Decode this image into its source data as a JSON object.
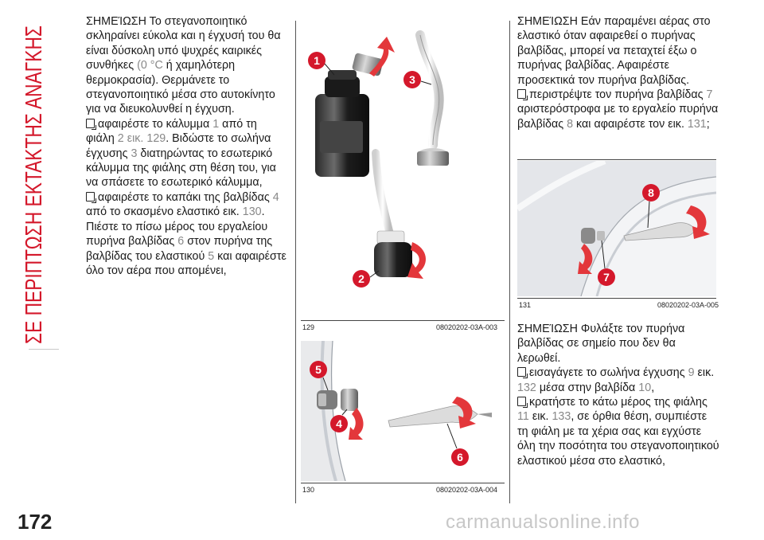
{
  "sidebar": {
    "section_title": "ΣΕ ΠΕΡΙΠΤΩΣΗ ΕΚΤΑΚΤΗΣ ΑΝΑΓΚΗΣ"
  },
  "page_number": "172",
  "col1": {
    "p1_a": "ΣΗΜΕΊΩΣΗ Το στεγανοποιητικό σκληραίνει εύκολα και η έγχυσή του θα είναι δύσκολη υπό ψυχρές καιρικές συνθήκες ",
    "p1_g": "(0 °C",
    "p1_b": " ή χαμηλότερη θερμοκρασία). Θερμάνετε το στεγανοποιητικό μέσα στο αυτοκίνητο για να διευκολυνθεί η έγχυση.",
    "b1_a": "αφαιρέστε το κάλυμμα ",
    "b1_n1": "1",
    "b1_b": " από τη φιάλη ",
    "b1_n2": "2 εικ. 129",
    "b1_c": ". Βιδώστε το σωλήνα έγχυσης ",
    "b1_n3": "3",
    "b1_d": " διατηρώντας το εσωτερικό κάλυμμα της φιάλης στη θέση του, για να σπάσετε το εσωτερικό κάλυμμα,",
    "b2_a": "αφαιρέστε το καπάκι της βαλβίδας ",
    "b2_n1": "4",
    "b2_b": " από το σκασμένο ελαστικό εικ. ",
    "b2_n2": "130",
    "b2_c": ". Πιέστε το πίσω μέρος του εργαλείου πυρήνα βαλβίδας ",
    "b2_n3": "6",
    "b2_d": " στον πυρήνα της βαλβίδας του ελαστικού ",
    "b2_n4": "5",
    "b2_e": " και αφαιρέστε όλο τον αέρα που απομένει,"
  },
  "col3": {
    "p1": "ΣΗΜΕΊΩΣΗ Εάν παραμένει αέρας στο ελαστικό όταν αφαιρεθεί ο πυρήνας βαλβίδας, μπορεί να πεταχτεί έξω ο πυρήνας βαλβίδας. Αφαιρέστε προσεκτικά τον πυρήνα βαλβίδας.",
    "b1_a": "περιστρέψτε τον πυρήνα βαλβίδας ",
    "b1_n1": "7",
    "b1_b": " αριστερόστροφα με το εργαλείο πυρήνα βαλβίδας ",
    "b1_n2": "8",
    "b1_c": " και αφαιρέστε τον εικ. ",
    "b1_n3": "131",
    "b1_d": ";",
    "p2": "ΣΗΜΕΊΩΣΗ Φυλάξτε τον πυρήνα βαλβίδας σε σημείο που δεν θα λερωθεί.",
    "b2_a": "εισαγάγετε το σωλήνα έγχυσης ",
    "b2_n1": "9",
    "b2_b": " εικ. ",
    "b2_n2": "132",
    "b2_c": " μέσα στην βαλβίδα ",
    "b2_n3": "10",
    "b2_d": ",",
    "b3_a": "κρατήστε το κάτω μέρος της φιάλης ",
    "b3_n1": "11",
    "b3_b": " εικ. ",
    "b3_n2": "133",
    "b3_c": ", σε όρθια θέση, συμπιέστε τη φιάλη με τα χέρια σας και εγχύστε όλη την ποσότητα του στεγανοποιητικού ελαστικού μέσα στο ελαστικό,"
  },
  "figures": {
    "f129": {
      "num": "129",
      "code": "08020202-03A-003",
      "labels": [
        "1",
        "3",
        "2"
      ]
    },
    "f130": {
      "num": "130",
      "code": "08020202-03A-004",
      "labels": [
        "5",
        "4",
        "6"
      ]
    },
    "f131": {
      "num": "131",
      "code": "08020202-03A-005",
      "labels": [
        "8",
        "7"
      ]
    }
  },
  "watermark": "carmanualsonline.info",
  "colors": {
    "accent": "#d4182b",
    "arrow": "#e3373b",
    "text": "#1a1a1a",
    "muted": "#888888"
  }
}
